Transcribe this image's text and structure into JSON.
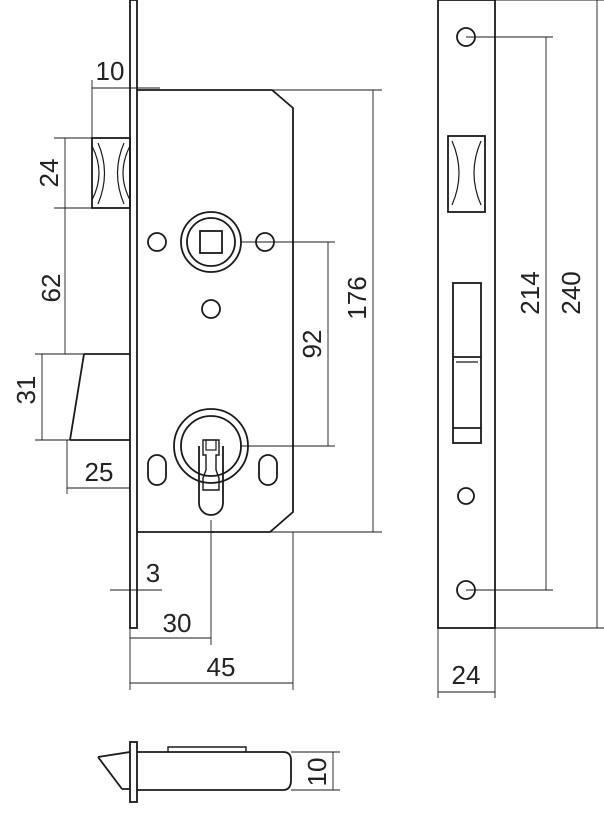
{
  "drawing": {
    "line_color": "#1a1a1a",
    "background": "#ffffff"
  },
  "dimensions": {
    "latch_thickness": "10",
    "roller_height": "24",
    "roller_to_latch": "62",
    "latch_height": "31",
    "latch_projection": "25",
    "faceplate_thickness": "3",
    "backset": "30",
    "case_depth": "45",
    "case_height": "176",
    "handle_to_cylinder": "92",
    "fixing_centres": "214",
    "faceplate_length": "240",
    "faceplate_width": "24",
    "bolt_thickness": "10"
  }
}
